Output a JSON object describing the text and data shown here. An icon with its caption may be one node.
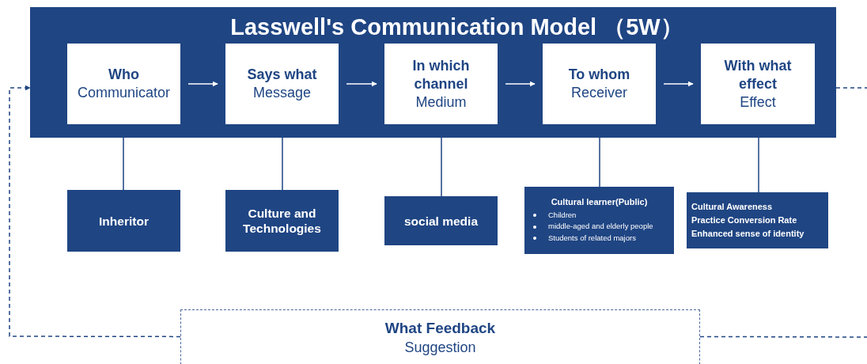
{
  "diagram": {
    "nodes": [
      {
        "text": [
          "Lasswell's Communication Model （5W）"
        ]
      },
      {
        "text": [
          "Who",
          "Communicator"
        ],
        "in": 0
      },
      {
        "text": [
          "Says what",
          "Message"
        ],
        "in": 0
      },
      {
        "text": [
          "In which channel",
          "Medium"
        ],
        "in": 0
      },
      {
        "text": [
          "To whom",
          "Receiver"
        ],
        "in": 0
      },
      {
        "text": [
          "With what effect",
          "Effect"
        ],
        "in": 0
      },
      {
        "text": [
          "Inheritor"
        ]
      },
      {
        "text": [
          "Culture and Technologies"
        ]
      },
      {
        "text": [
          "social media"
        ]
      },
      {
        "text": [
          "Cultural learner(Public)",
          "Children",
          "middle-aged and elderly people",
          "Students of related majors"
        ]
      },
      {
        "text": [
          "Cultural Awareness",
          "Practice Conversion Rate",
          "Enhanced sense of identity"
        ]
      },
      {
        "text": [
          "What Feedback",
          "Suggestion"
        ]
      }
    ],
    "edges": [
      {
        "from": 1,
        "to": 2,
        "arrow": "to",
        "color": "#ffffff"
      },
      {
        "from": 2,
        "to": 3,
        "arrow": "to",
        "color": "#ffffff"
      },
      {
        "from": 3,
        "to": 4,
        "arrow": "to",
        "color": "#ffffff"
      },
      {
        "from": 4,
        "to": 5,
        "arrow": "to",
        "color": "#ffffff"
      },
      {
        "from": 0,
        "to": 6,
        "arrow": "none"
      },
      {
        "from": 0,
        "to": 7,
        "arrow": "none"
      },
      {
        "from": 0,
        "to": 8,
        "arrow": "none"
      },
      {
        "from": 0,
        "to": 9,
        "arrow": "none"
      },
      {
        "from": 0,
        "to": 10,
        "arrow": "none"
      },
      {
        "from": 11,
        "to": 0,
        "arrow": "to",
        "style": "dashed"
      },
      {
        "from": 0,
        "to": null,
        "arrow": "none",
        "style": "dashed"
      },
      {
        "from": 11,
        "to": null,
        "arrow": "none",
        "style": "dashed"
      }
    ]
  }
}
